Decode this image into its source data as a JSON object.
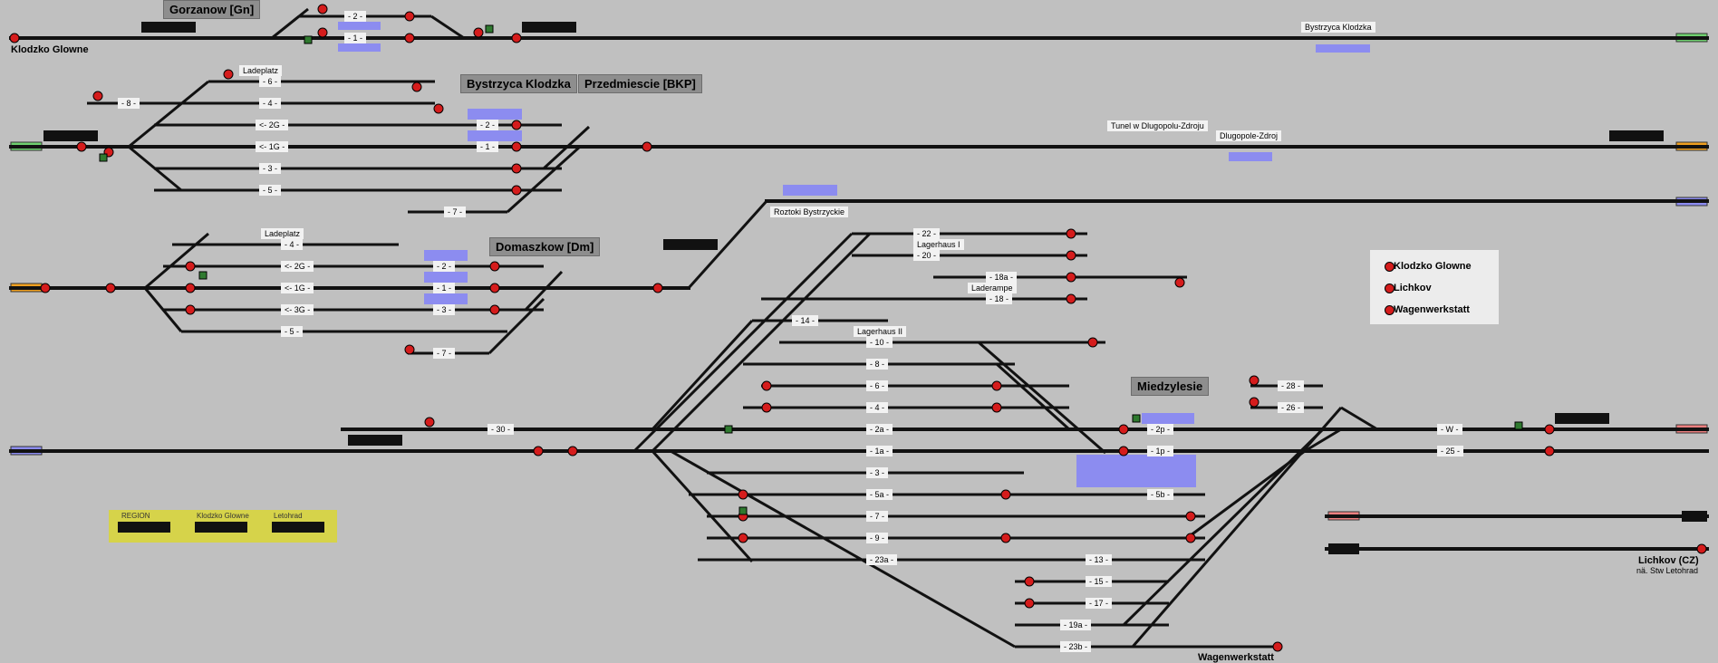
{
  "stations": {
    "klodzko_glowne": "Klodzko Glowne",
    "gorzanow": "Gorzanow [Gn]",
    "bystrzyca_klodzka_top": "Bystrzyca Klodzka",
    "bystrzyca_klodzka_box": "Bystrzyca Klodzka",
    "przedmiescie": "Przedmiescie [BKP]",
    "tunel": "Tunel w Dlugopolu-Zdroju",
    "dlugopole": "Dlugopole-Zdroj",
    "domaszkow": "Domaszkow [Dm]",
    "roztoki": "Roztoki Bystrzyckie",
    "miedzylesie": "Miedzylesie",
    "lichkov": "Lichkov (CZ)",
    "lichkov_sub": "nä. Stw Letohrad",
    "wagenwerkstatt": "Wagenwerkstatt"
  },
  "labels": {
    "ladeplatz_1": "Ladeplatz",
    "ladeplatz_2": "Ladeplatz",
    "lagerhaus_1": "Lagerhaus I",
    "laderampe": "Laderampe",
    "lagerhaus_2": "Lagerhaus II"
  },
  "tracks": {
    "gn_2": "- 2 -",
    "gn_1": "- 1 -",
    "bk_8": "- 8 -",
    "bk_6": "- 6 -",
    "bk_4": "- 4 -",
    "bk_2g": "<- 2G -",
    "bk_2": "- 2 -",
    "bk_1g": "<- 1G -",
    "bk_1": "- 1 -",
    "bk_3": "- 3 -",
    "bk_5": "- 5 -",
    "bk_7": "- 7 -",
    "dm_4": "- 4 -",
    "dm_2g": "<- 2G -",
    "dm_2": "- 2 -",
    "dm_1g": "<- 1G -",
    "dm_1": "- 1 -",
    "dm_3g": "<- 3G -",
    "dm_3": "- 3 -",
    "dm_5": "- 5 -",
    "dm_7": "- 7 -",
    "m_22": "- 22 -",
    "m_20": "- 20 -",
    "m_18a": "- 18a -",
    "m_18": "- 18 -",
    "m_14": "- 14 -",
    "m_10": "- 10 -",
    "m_8": "- 8 -",
    "m_6": "- 6 -",
    "m_4": "- 4 -",
    "m_30": "- 30 -",
    "m_2a": "- 2a -",
    "m_2p": "- 2p -",
    "m_1a": "- 1a -",
    "m_1p": "- 1p -",
    "m_3": "- 3 -",
    "m_5a": "- 5a -",
    "m_5b": "- 5b -",
    "m_7": "- 7 -",
    "m_9": "- 9 -",
    "m_23a": "- 23a -",
    "m_13": "- 13 -",
    "m_15": "- 15 -",
    "m_17": "- 17 -",
    "m_19a": "- 19a -",
    "m_23b": "- 23b -",
    "m_28": "- 28 -",
    "m_26": "- 26 -",
    "m_w": "- W -",
    "m_25": "- 25 -"
  },
  "legend": [
    "Klodzko Glowne",
    "Lichkov",
    "Wagenwerkstatt"
  ],
  "counters": {
    "region": "REGION",
    "klodzko": "Klodzko Glowne",
    "letohrad": "Letohrad"
  },
  "colors": {
    "background": "#c0c0c0",
    "track": "#111111",
    "signal_red": "#d51c1c",
    "signal_green": "#2f7a2f",
    "block_blue": "#8c8cf0",
    "exit_green": "#6fd06f",
    "exit_orange": "#f0a020",
    "exit_pink": "#f08080",
    "legend_bg": "#ececec",
    "counter_panel": "#d6d34a"
  }
}
